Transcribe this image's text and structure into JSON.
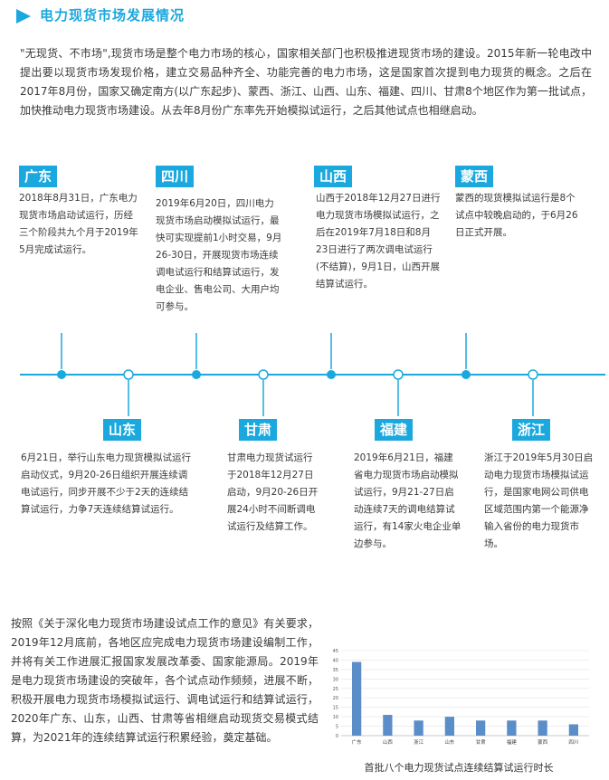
{
  "header": {
    "title": "电力现货市场发展情况"
  },
  "intro_text": "\"无现货、不市场\",现货市场是整个电力市场的核心，国家相关部门也积极推进现货市场的建设。2015年新一轮电改中提出要以现货市场发现价格，建立交易品种齐全、功能完善的电力市场，这是国家首次提到电力现货的概念。之后在2017年8月份，国家又确定南方(以广东起步)、蒙西、浙江、山西、山东、福建、四川、甘肃8个地区作为第一批试点，加快推动电力现货市场建设。从去年8月份广东率先开始模拟试运行，之后其他试点也相继启动。",
  "timeline": {
    "top": [
      {
        "region": "广东",
        "text": "2018年8月31日，广东电力现货市场启动试运行，历经三个阶段共九个月于2019年5月完成试运行。"
      },
      {
        "region": "四川",
        "text": "2019年6月20日，四川电力现货市场启动模拟试运行，最快可实现提前1小时交易，9月26-30日，开展现货市场连续调电试运行和结算试运行，发电企业、售电公司、大用户均可参与。"
      },
      {
        "region": "山西",
        "text": "山西于2018年12月27日进行电力现货市场模拟试运行，之后在2019年7月18日和8月23日进行了两次调电试运行(不结算)，9月1日，山西开展结算试运行。"
      },
      {
        "region": "蒙西",
        "text": "蒙西的现货模拟试运行是8个试点中较晚启动的，于6月26日正式开展。"
      }
    ],
    "bottom": [
      {
        "region": "山东",
        "text": "6月21日，举行山东电力现货模拟试运行启动仪式，9月20-26日组织开展连续调电试运行，同步开展不少于2天的连续结算试运行，力争7天连续结算试运行。"
      },
      {
        "region": "甘肃",
        "text": "甘肃电力现货试运行于2018年12月27日启动，9月20-26日开展24小时不间断调电试运行及结算工作。"
      },
      {
        "region": "福建",
        "text": "2019年6月21日，福建省电力现货市场启动模拟试运行，9月21-27日启动连续7天的调电结算试运行，有14家火电企业单边参与。"
      },
      {
        "region": "浙江",
        "text": "浙江于2019年5月30日启动电力现货市场模拟试运行，是国家电网公司供电区域范围内第一个能源净输入省份的电力现货市场。"
      }
    ]
  },
  "bottom_text": "按照《关于深化电力现货市场建设试点工作的意见》有关要求，2019年12月底前，各地区应完成电力现货市场建设编制工作，并将有关工作进展汇报国家发展改革委、国家能源局。2019年是电力现货市场建设的突破年，各个试点动作频频，进展不断，积极开展电力现货市场模拟试运行、调电试运行和结算试运行，2020年广东、山东，山西、甘肃等省相继启动现货交易模式结算，为2021年的连续结算试运行积累经验，奠定基础。",
  "chart_caption": "首批八个电力现货试点连续结算试运行时长",
  "chart_data": {
    "type": "bar",
    "categories": [
      "广东",
      "山西",
      "浙江",
      "山东",
      "甘肃",
      "福建",
      "蒙西",
      "四川"
    ],
    "values": [
      39,
      11,
      8,
      10,
      8,
      8,
      8,
      6
    ],
    "ylim": [
      0,
      45
    ],
    "yticks": [
      0,
      5,
      10,
      15,
      20,
      25,
      30,
      35,
      40,
      45
    ],
    "grid": true,
    "bar_color": "#5b8dc9"
  },
  "colors": {
    "accent": "#1aa8de",
    "text": "#3a3a3a"
  }
}
